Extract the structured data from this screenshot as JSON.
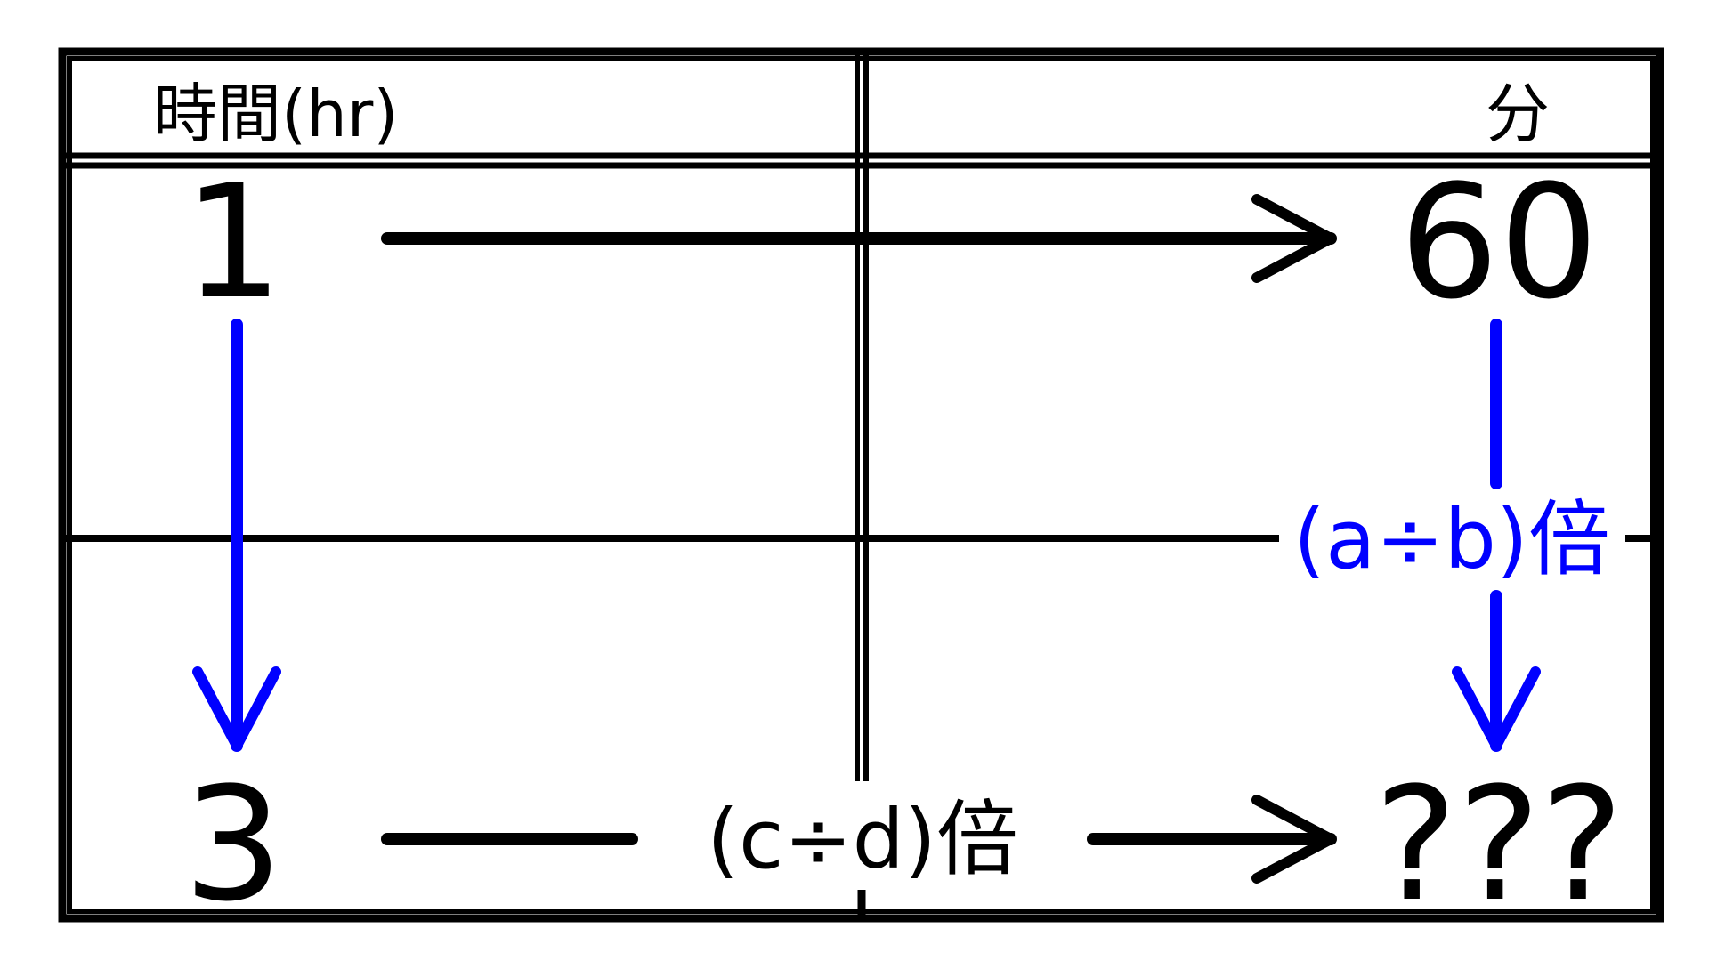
{
  "table": {
    "header_left": "時間(hr)",
    "header_right": "分",
    "row1_left": "1",
    "row1_right": "60",
    "row2_left": "3",
    "row2_right": "???"
  },
  "labels": {
    "vertical_factor": "(a÷b)倍",
    "horizontal_factor": "(c÷d)倍"
  },
  "colors": {
    "line": "#000000",
    "accent": "#0000ff"
  }
}
